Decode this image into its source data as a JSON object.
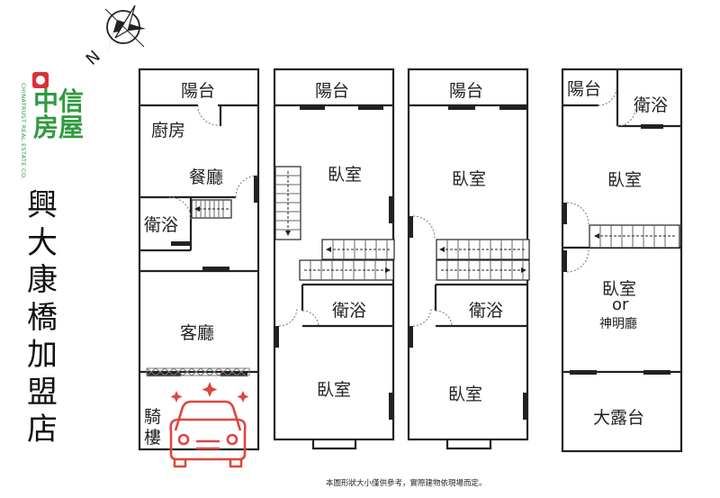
{
  "brand": {
    "name": "中信房屋",
    "english": "CHINATRUST REAL ESTATE CO."
  },
  "vertical_title": [
    "興",
    "大",
    "康",
    "橋",
    "加",
    "盟",
    "店"
  ],
  "compass": {
    "label": "N"
  },
  "floors": {
    "floor1": {
      "balcony": "陽台",
      "kitchen": "廚房",
      "dining": "餐廳",
      "bath": "衛浴",
      "living": "客廳",
      "arcade": "騎樓"
    },
    "floor2": {
      "balcony": "陽台",
      "bedroom_top": "臥室",
      "bath": "衛浴",
      "bedroom_bottom": "臥室"
    },
    "floor3": {
      "balcony": "陽台",
      "bedroom_top": "臥室",
      "bath": "衛浴",
      "bedroom_bottom": "臥室"
    },
    "floor4": {
      "balcony": "陽台",
      "bath": "衛浴",
      "bedroom_top": "臥室",
      "bedroom_mid": "臥室",
      "or_text": "or",
      "shrine": "神明廳",
      "terrace": "大露台"
    }
  },
  "footnote": "本圖形狀大小僅供參考，實際建物依現場而定。",
  "colors": {
    "wall": "#222222",
    "brand_green": "#2f9a3e",
    "brand_red": "#d8323c",
    "car_red": "#e0453f",
    "door_arc": "#888888"
  }
}
